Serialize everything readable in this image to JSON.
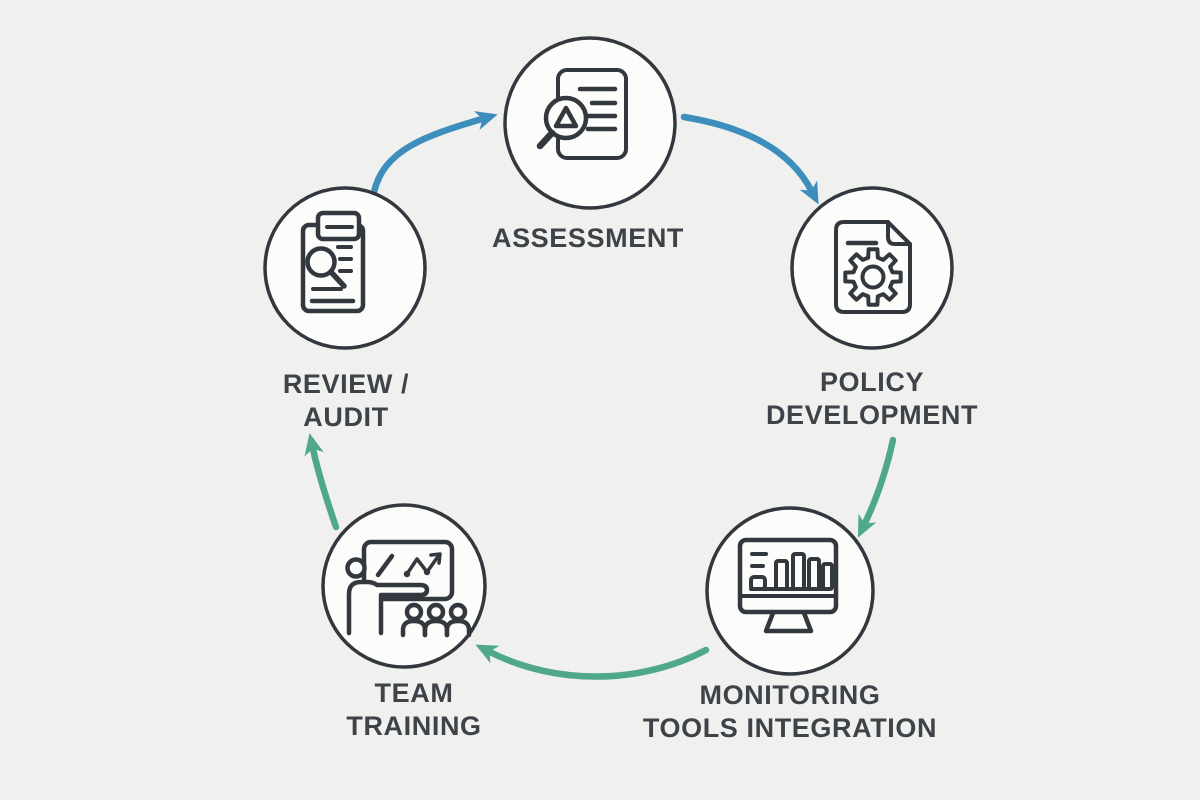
{
  "diagram": {
    "type": "cycle-diagram",
    "background_color": "#f0f0ee",
    "circle_fill_color": "#fcfcfb",
    "outline_color": "#33383e",
    "label_color": "#3e434a",
    "arrow_colors": {
      "blue": "#3d8ebc",
      "green": "#4fa88b"
    },
    "nodes": [
      {
        "id": "assessment",
        "label": "ASSESSMENT",
        "icon": "document-search-icon"
      },
      {
        "id": "policy-development",
        "label": "POLICY\nDEVELOPMENT",
        "icon": "document-gear-icon"
      },
      {
        "id": "monitoring-tools-integration",
        "label": "MONITORING\nTOOLS INTEGRATION",
        "icon": "monitor-bar-chart-icon"
      },
      {
        "id": "team-training",
        "label": "TEAM\nTRAINING",
        "icon": "presenter-audience-icon"
      },
      {
        "id": "review-audit",
        "label": "REVIEW /\nAUDIT",
        "icon": "clipboard-search-icon"
      }
    ],
    "arrows": [
      {
        "from": "review-audit",
        "to": "assessment",
        "color": "#3d8ebc"
      },
      {
        "from": "assessment",
        "to": "policy-development",
        "color": "#3d8ebc"
      },
      {
        "from": "policy-development",
        "to": "monitoring-tools-integration",
        "color": "#4fa88b"
      },
      {
        "from": "monitoring-tools-integration",
        "to": "team-training",
        "color": "#4fa88b"
      },
      {
        "from": "team-training",
        "to": "review-audit",
        "color": "#4fa88b"
      }
    ]
  }
}
